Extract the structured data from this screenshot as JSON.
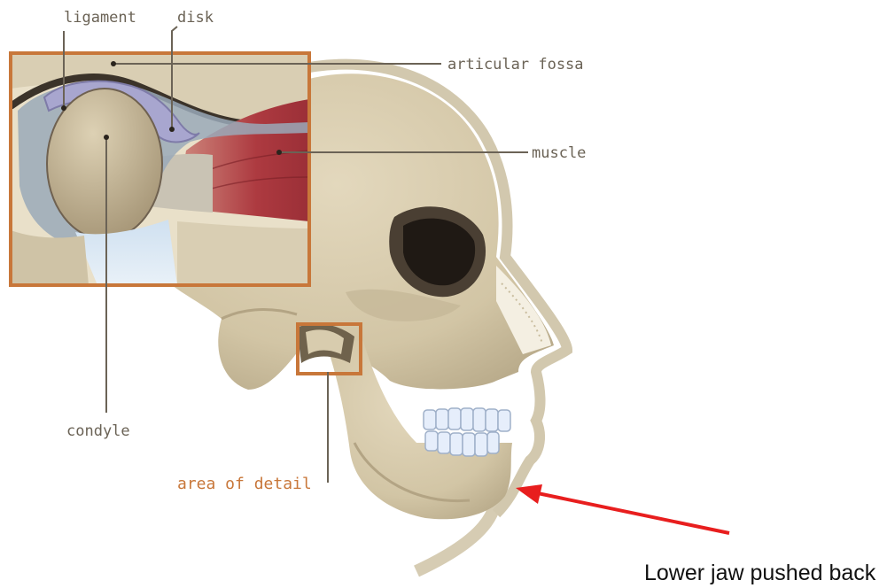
{
  "labels": {
    "ligament": "ligament",
    "disk": "disk",
    "articular_fossa": "articular fossa",
    "muscle": "muscle",
    "condyle": "condyle",
    "area_of_detail": "area of detail"
  },
  "caption": "Lower jaw pushed back",
  "colors": {
    "bone": "#d8ccae",
    "bone_shade": "#b9ab8b",
    "bone_dark": "#8f8166",
    "muscle": "#a8393f",
    "disk": "#a8a6cf",
    "frame": "#c8773a",
    "arrow": "#e81e1e",
    "teeth": "#e6eefb",
    "label": "#6b6356",
    "leader": "#6b6356"
  },
  "icons": [
    "skull-illustration",
    "tmj-detail-illustration",
    "red-arrow-icon"
  ]
}
